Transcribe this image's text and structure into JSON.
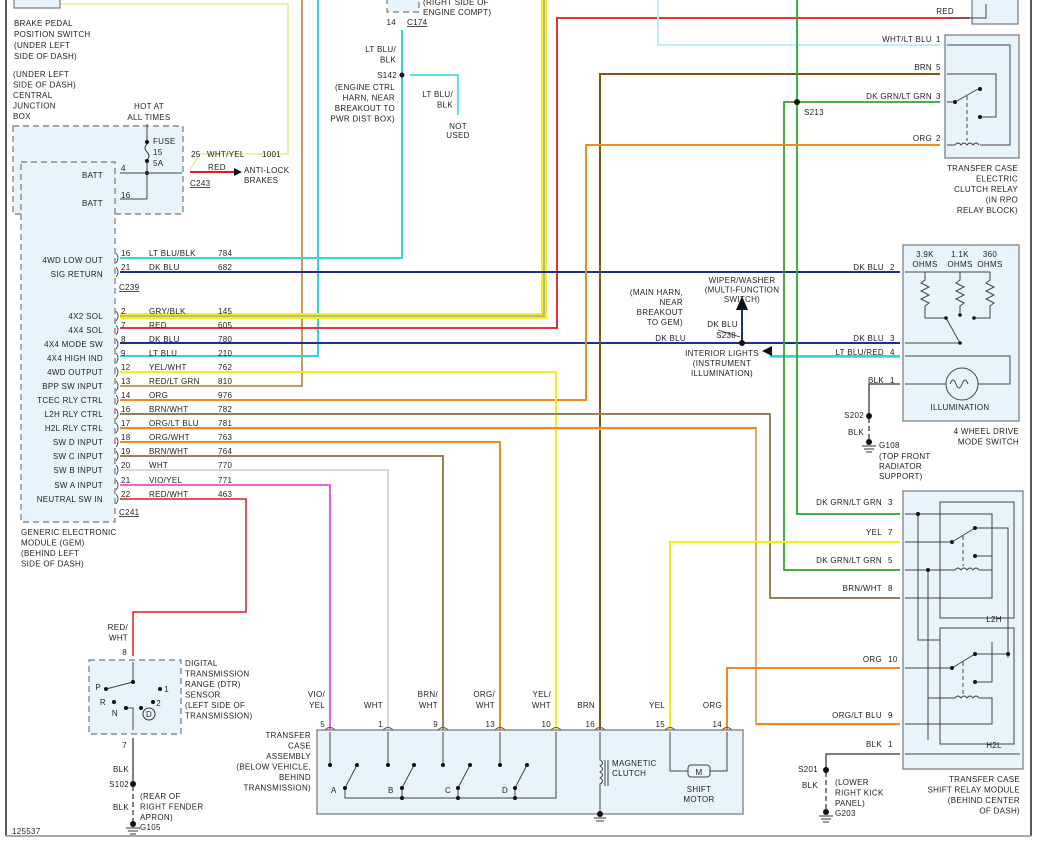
{
  "diagram_id": "125537",
  "colors": {
    "red": "#e31b1b",
    "yellow": "#f2ef1a",
    "gray": "#a8a8a8",
    "lt_blu": "#2ed6e0",
    "dk_blu": "#1c2f8c",
    "org": "#f08a1e",
    "brn": "#7a5a10",
    "brn_wht": "#9a8050",
    "dk_grn": "#2aa82a",
    "wht": "#d8d8d8",
    "vio": "#f060d8",
    "wht_ltblu": "#bdf0f2",
    "box_fill": "#e8f4fb"
  },
  "brake_switch": {
    "lines": [
      "BRAKE PEDAL",
      "POSITION SWITCH",
      "(UNDER LEFT",
      "SIDE OF DASH)"
    ]
  },
  "cjb": {
    "lines": [
      "(UNDER LEFT",
      "SIDE OF DASH)",
      "CENTRAL",
      "JUNCTION",
      "BOX"
    ],
    "hot": [
      "HOT AT",
      "ALL TIMES"
    ],
    "fuse": [
      "FUSE",
      "15",
      "5A"
    ],
    "pins": [
      {
        "pin": "4",
        "label": "BATT"
      },
      {
        "pin": "16",
        "label": "BATT"
      }
    ],
    "out_pin": "25",
    "out_wire": "WHT/YEL",
    "out_circuit": "1001",
    "connector": "C243",
    "abs_wire": "RED",
    "abs": [
      "ANTI-LOCK",
      "BRAKES"
    ]
  },
  "c174": {
    "pin": "14",
    "connector": "C174",
    "loc": [
      "(RIGHT SIDE OF",
      "ENGINE COMPT)"
    ]
  },
  "s142": {
    "wire_top": [
      "LT BLU/",
      "BLK"
    ],
    "splice": "S142",
    "loc": [
      "(ENGINE CTRL",
      "HARN, NEAR",
      "BREAKOUT TO",
      "PWR DIST BOX)"
    ],
    "branch_wire": [
      "LT BLU/",
      "BLK"
    ],
    "not_used": [
      "NOT",
      "USED"
    ]
  },
  "gem": {
    "connector_top": "C239",
    "connector_bottom": "C241",
    "title": [
      "GENERIC ELECTRONIC",
      "MODULE (GEM)",
      "(BEHIND LEFT",
      "SIDE OF DASH)"
    ],
    "pins": [
      {
        "label": "4WD LOW OUT",
        "pin": "16",
        "wire": "LT BLU/BLK",
        "circuit": "784"
      },
      {
        "label": "SIG RETURN",
        "pin": "21",
        "wire": "DK BLU",
        "circuit": "682"
      },
      {
        "label": "4X2 SOL",
        "pin": "2",
        "wire": "GRY/BLK",
        "circuit": "145"
      },
      {
        "label": "4X4 SOL",
        "pin": "7",
        "wire": "RED",
        "circuit": "605"
      },
      {
        "label": "4X4 MODE SW",
        "pin": "8",
        "wire": "DK BLU",
        "circuit": "780"
      },
      {
        "label": "4X4 HIGH IND",
        "pin": "9",
        "wire": "LT BLU",
        "circuit": "210"
      },
      {
        "label": "4WD OUTPUT",
        "pin": "12",
        "wire": "YEL/WHT",
        "circuit": "762"
      },
      {
        "label": "BPP SW INPUT",
        "pin": "13",
        "wire": "RED/LT GRN",
        "circuit": "810"
      },
      {
        "label": "TCEC RLY CTRL",
        "pin": "14",
        "wire": "ORG",
        "circuit": "976"
      },
      {
        "label": "L2H RLY CTRL",
        "pin": "16",
        "wire": "BRN/WHT",
        "circuit": "782"
      },
      {
        "label": "H2L RLY CTRL",
        "pin": "17",
        "wire": "ORG/LT BLU",
        "circuit": "781"
      },
      {
        "label": "SW D INPUT",
        "pin": "18",
        "wire": "ORG/WHT",
        "circuit": "763"
      },
      {
        "label": "SW C INPUT",
        "pin": "19",
        "wire": "BRN/WHT",
        "circuit": "764"
      },
      {
        "label": "SW B INPUT",
        "pin": "20",
        "wire": "WHT",
        "circuit": "770"
      },
      {
        "label": "SW A INPUT",
        "pin": "21",
        "wire": "VIO/YEL",
        "circuit": "771"
      },
      {
        "label": "NEUTRAL SW IN",
        "pin": "22",
        "wire": "RED/WHT",
        "circuit": "463"
      }
    ]
  },
  "clutch_relay": {
    "pins": [
      {
        "wire": "RED",
        "pin": ""
      },
      {
        "wire": "WHT/LT BLU",
        "pin": "1"
      },
      {
        "wire": "BRN",
        "pin": "5"
      },
      {
        "wire": "DK GRN/LT GRN",
        "pin": "3"
      },
      {
        "wire": "ORG",
        "pin": "2"
      }
    ],
    "splice": "S213",
    "title": [
      "TRANSFER CASE",
      "ELECTRIC",
      "CLUTCH RELAY",
      "(IN RPO",
      "RELAY BLOCK)"
    ]
  },
  "s238": {
    "wiper": [
      "WIPER/WASHER",
      "(MULTI-FUNCTION",
      "SWITCH)"
    ],
    "loc": [
      "(MAIN HARN,",
      "NEAR",
      "BREAKOUT",
      "TO GEM)"
    ],
    "wire_up": "DK BLU",
    "splice": "S238",
    "wire_left": "DK BLU",
    "interior": [
      "INTERIOR LIGHTS",
      "(INSTRUMENT",
      "ILLUMINATION)"
    ]
  },
  "mode_switch": {
    "resistors": [
      [
        "3.9K",
        "OHMS"
      ],
      [
        "1.1K",
        "OHMS"
      ],
      [
        "360",
        "OHMS"
      ]
    ],
    "pins": [
      {
        "wire": "DK BLU",
        "pin": "2"
      },
      {
        "wire": "DK BLU",
        "pin": "3"
      },
      {
        "wire": "LT BLU/RED",
        "pin": "4"
      },
      {
        "wire": "BLK",
        "pin": "1"
      }
    ],
    "illumination": "ILLUMINATION",
    "title": [
      "4 WHEEL DRIVE",
      "MODE SWITCH"
    ],
    "splice": "S202",
    "gnd_wire": "BLK",
    "ground": "G108",
    "gnd_loc": [
      "(TOP FRONT",
      "RADIATOR",
      "SUPPORT)"
    ]
  },
  "shift_relay": {
    "pins": [
      {
        "wire": "DK GRN/LT GRN",
        "pin": "3"
      },
      {
        "wire": "YEL",
        "pin": "7"
      },
      {
        "wire": "DK GRN/LT GRN",
        "pin": "5"
      },
      {
        "wire": "BRN/WHT",
        "pin": "8"
      },
      {
        "wire": "ORG",
        "pin": "10"
      },
      {
        "wire": "ORG/LT BLU",
        "pin": "9"
      },
      {
        "wire": "BLK",
        "pin": "1"
      }
    ],
    "relay1": "L2H",
    "relay2": "H2L",
    "title": [
      "TRANSFER CASE",
      "SHIFT RELAY MODULE",
      "(BEHIND CENTER",
      "OF DASH)"
    ],
    "splice": "S201",
    "gnd_wire": "BLK",
    "ground": "G203",
    "gnd_loc": [
      "(LOWER",
      "RIGHT KICK",
      "PANEL)"
    ]
  },
  "dtr": {
    "wire_in": [
      "RED/",
      "WHT"
    ],
    "pin_in": "8",
    "pin_out": "7",
    "positions": [
      "P",
      "R",
      "N",
      "D",
      "1",
      "2"
    ],
    "title": [
      "DIGITAL",
      "TRANSMISSION",
      "RANGE (DTR)",
      "SENSOR",
      "(LEFT SIDE OF",
      "TRANSMISSION)"
    ],
    "wire_out": "BLK",
    "splice": "S102",
    "gnd_wire": "BLK",
    "ground": "G105",
    "gnd_loc": [
      "(REAR OF",
      "RIGHT FENDER",
      "APRON)"
    ]
  },
  "transfer_case": {
    "title": [
      "TRANSFER",
      "CASE",
      "ASSEMBLY",
      "(BELOW VEHICLE,",
      "BEHIND",
      "TRANSMISSION)"
    ],
    "pins": [
      {
        "wire": [
          "VIO/",
          "YEL"
        ],
        "pin": "5"
      },
      {
        "wire": [
          "",
          "WHT"
        ],
        "pin": "1"
      },
      {
        "wire": [
          "BRN/",
          "WHT"
        ],
        "pin": "9"
      },
      {
        "wire": [
          "ORG/",
          "WHT"
        ],
        "pin": "13"
      },
      {
        "wire": [
          "YEL/",
          "WHT"
        ],
        "pin": "10"
      },
      {
        "wire": [
          "",
          "BRN"
        ],
        "pin": "16"
      },
      {
        "wire": [
          "",
          "YEL"
        ],
        "pin": "15"
      },
      {
        "wire": [
          "",
          "ORG"
        ],
        "pin": "14"
      }
    ],
    "switches": [
      "A",
      "B",
      "C",
      "D"
    ],
    "clutch": [
      "MAGNETIC",
      "CLUTCH"
    ],
    "motor": [
      "SHIFT",
      "MOTOR"
    ],
    "motor_symbol": "M"
  }
}
